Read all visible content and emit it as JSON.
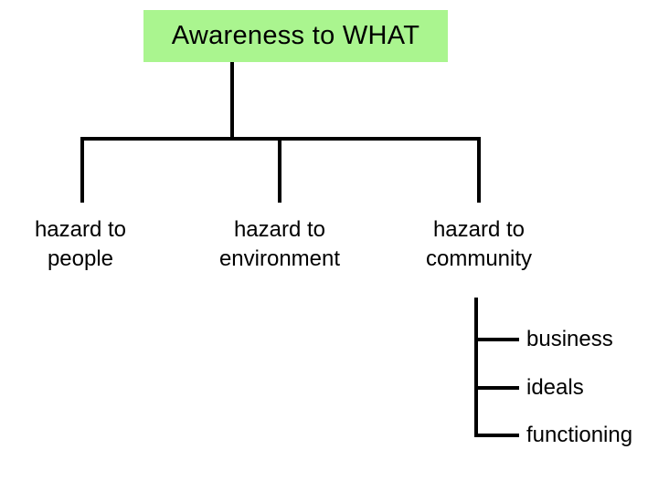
{
  "diagram": {
    "type": "tree",
    "title": "Awareness to WHAT",
    "root": {
      "label": "Awareness to WHAT",
      "fill_color": "#aaf58f",
      "text_color": "#000000"
    },
    "line_color": "#000000",
    "background_color": "#ffffff",
    "children": [
      {
        "id": "hazard-to-people",
        "line1": "hazard to",
        "line2": "people",
        "children": []
      },
      {
        "id": "hazard-to-environment",
        "line1": "hazard to",
        "line2": "environment",
        "children": []
      },
      {
        "id": "hazard-to-community",
        "line1": "hazard to",
        "line2": "community",
        "children": [
          {
            "id": "business",
            "label": "business"
          },
          {
            "id": "ideals",
            "label": "ideals"
          },
          {
            "id": "functioning",
            "label": "functioning"
          }
        ]
      }
    ]
  }
}
